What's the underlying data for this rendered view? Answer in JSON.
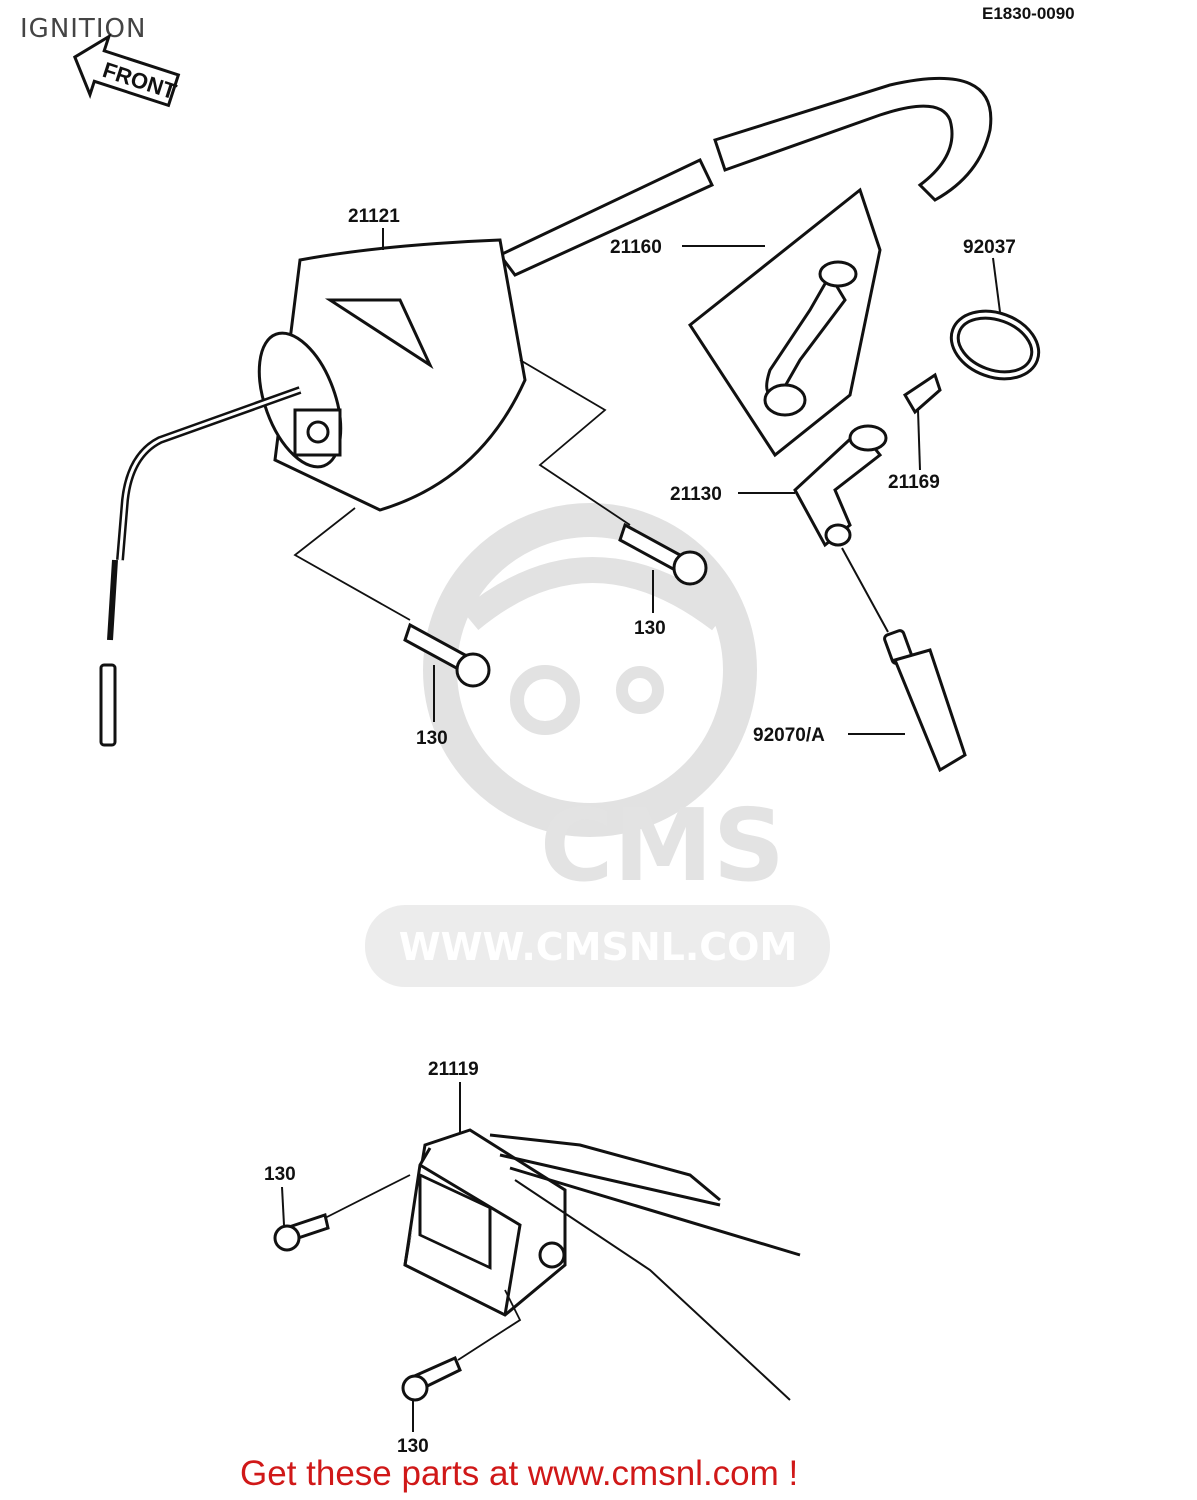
{
  "title": "IGNITION",
  "diagram_code": "E1830-0090",
  "front_label": "FRONT",
  "watermark": {
    "brand": "CMS",
    "url": "WWW.CMSNL.COM"
  },
  "parts": [
    {
      "id": "p21121",
      "number": "21121"
    },
    {
      "id": "p21160",
      "number": "21160"
    },
    {
      "id": "p92037",
      "number": "92037"
    },
    {
      "id": "p21169",
      "number": "21169"
    },
    {
      "id": "p21130",
      "number": "21130"
    },
    {
      "id": "p130a",
      "number": "130"
    },
    {
      "id": "p130b",
      "number": "130"
    },
    {
      "id": "p92070",
      "number": "92070/A"
    },
    {
      "id": "p21119",
      "number": "21119"
    },
    {
      "id": "p130c",
      "number": "130"
    },
    {
      "id": "p130d",
      "number": "130"
    }
  ],
  "footer": "Get these parts at www.cmsnl.com !"
}
